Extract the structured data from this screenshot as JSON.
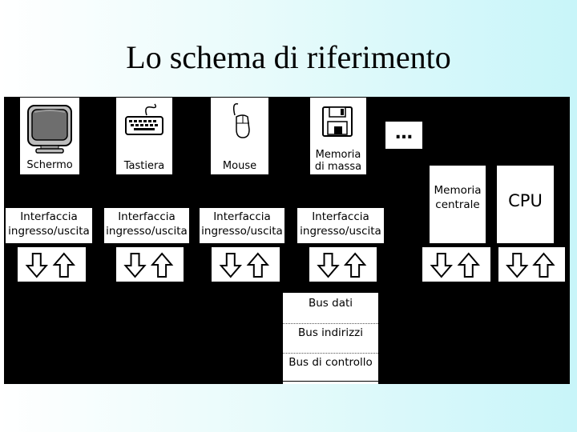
{
  "title": "Lo schema di riferimento",
  "devices": [
    {
      "label": "Schermo",
      "icon": "monitor-icon"
    },
    {
      "label": "Tastiera",
      "icon": "keyboard-icon"
    },
    {
      "label": "Mouse",
      "icon": "mouse-icon"
    },
    {
      "label": "Memoria di massa",
      "icon": "floppy-disk-icon"
    }
  ],
  "more": "…",
  "interfaces": [
    {
      "label": "Interfaccia ingresso/uscita"
    },
    {
      "label": "Interfaccia ingresso/uscita"
    },
    {
      "label": "Interfaccia ingresso/uscita"
    },
    {
      "label": "Interfaccia ingresso/uscita"
    }
  ],
  "memory": {
    "label": "Memoria centrale"
  },
  "cpu": {
    "label": "CPU"
  },
  "buses": [
    {
      "label": "Bus dati"
    },
    {
      "label": "Bus indirizzi"
    },
    {
      "label": "Bus di controllo"
    }
  ],
  "colors": {
    "background": "#000000",
    "box": "#ffffff",
    "slide_bg": "#c8f5f9"
  }
}
